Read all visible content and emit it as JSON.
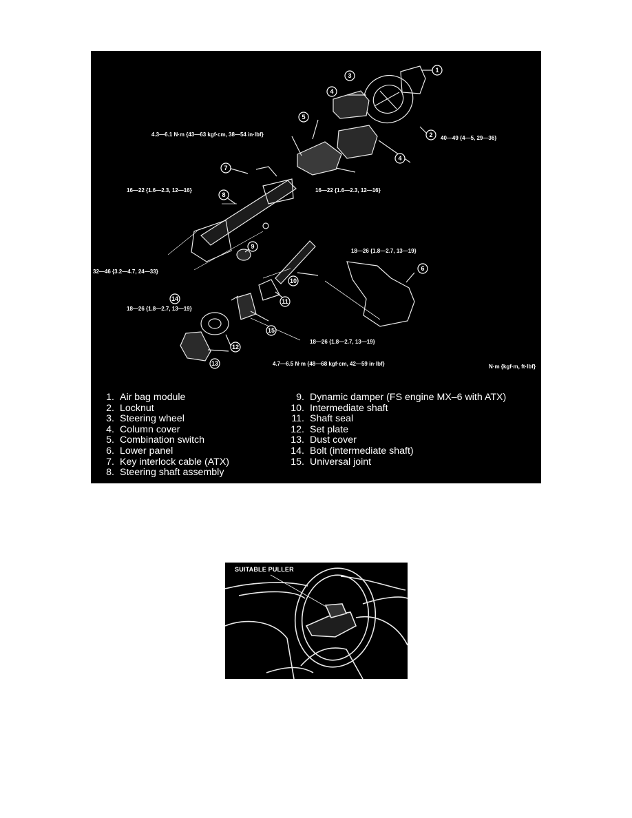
{
  "figure1": {
    "callouts": {
      "c1": "4.3—6.1 N·m {43—63 kgf·cm, 38—54 in·lbf}",
      "c2": "40—49 {4—5, 29—36}",
      "c3": "16—22 {1.6—2.3, 12—16}",
      "c4": "16—22 {1.6—2.3, 12—16}",
      "c5": "18—26 {1.8—2.7, 13—19}",
      "c6": "32—46 {3.2—4.7, 24—33}",
      "c7": "18—26 {1.8—2.7, 13—19}",
      "c8": "18—26 {1.8—2.7, 13—19}",
      "c9": "4.7—6.5 N·m {48—68 kgf·cm, 42—59 in·lbf}"
    },
    "units": "N·m {kgf·m, ft·lbf}",
    "part_numbers": [
      "1",
      "2",
      "3",
      "4",
      "4",
      "5",
      "6",
      "7",
      "8",
      "9",
      "10",
      "11",
      "12",
      "13",
      "14",
      "15"
    ],
    "legend_left": [
      {
        "num": "1.",
        "text": "Air bag module"
      },
      {
        "num": "2.",
        "text": "Locknut"
      },
      {
        "num": "3.",
        "text": "Steering wheel"
      },
      {
        "num": "4.",
        "text": "Column cover"
      },
      {
        "num": "5.",
        "text": "Combination switch"
      },
      {
        "num": "6.",
        "text": "Lower panel"
      },
      {
        "num": "7.",
        "text": "Key interlock cable (ATX)"
      },
      {
        "num": "8.",
        "text": "Steering shaft assembly"
      }
    ],
    "legend_right": [
      {
        "num": "9.",
        "text": "Dynamic damper (FS engine MX–6 with ATX)"
      },
      {
        "num": "10.",
        "text": "Intermediate shaft"
      },
      {
        "num": "11.",
        "text": "Shaft seal"
      },
      {
        "num": "12.",
        "text": "Set plate"
      },
      {
        "num": "13.",
        "text": "Dust cover"
      },
      {
        "num": "14.",
        "text": "Bolt (intermediate shaft)"
      },
      {
        "num": "15.",
        "text": "Universal joint"
      }
    ]
  },
  "figure2": {
    "label": "SUITABLE PULLER"
  }
}
